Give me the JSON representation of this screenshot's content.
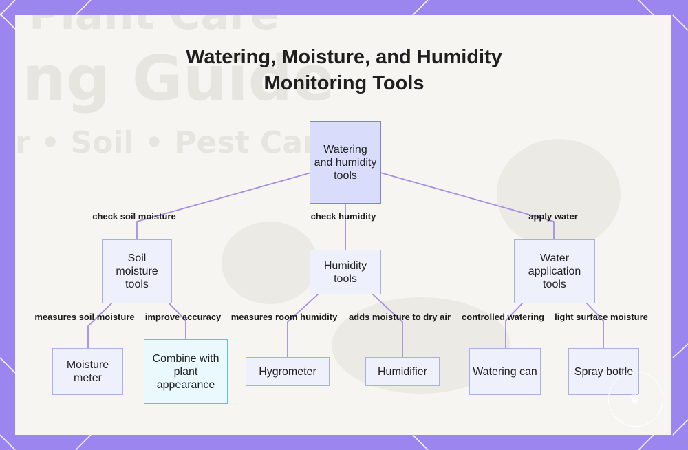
{
  "title": {
    "line1": "Watering, Moisture, and Humidity",
    "line2": "Monitoring Tools"
  },
  "background_text": {
    "line1": "Plant Care",
    "line2": "ng Guide",
    "line3": "r • Soil • Pest Care"
  },
  "nodes": {
    "root": "Watering and humidity tools",
    "soil": "Soil moisture tools",
    "humidity": "Humidity tools",
    "water": "Water application tools",
    "meter": "Moisture meter",
    "combine": "Combine with plant appearance",
    "hygrometer": "Hygrometer",
    "humidifier": "Humidifier",
    "can": "Watering can",
    "spray": "Spray bottle"
  },
  "edges": {
    "check_soil": "check soil moisture",
    "check_humidity": "check humidity",
    "apply_water": "apply water",
    "measures_soil": "measures soil moisture",
    "improve_accuracy": "improve accuracy",
    "measures_room": "measures room humidity",
    "adds_moisture": "adds moisture to dry air",
    "controlled": "controlled watering",
    "light_surface": "light surface moisture"
  },
  "colors": {
    "frame": "#9b86f0",
    "edge": "#a48fe3",
    "node_fill": "#eef0fc",
    "root_fill": "#d9dcfb",
    "highlight_border": "#54c9db"
  },
  "icons": {
    "watermark": "leaf-seal-icon"
  }
}
